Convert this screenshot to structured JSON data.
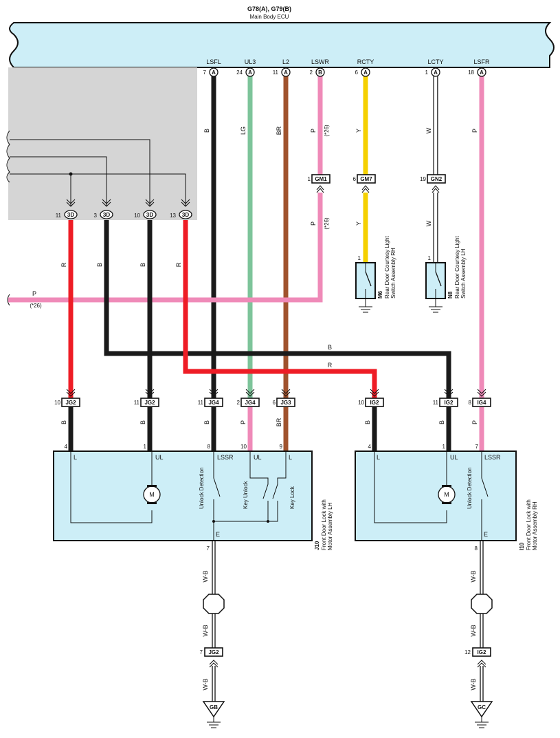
{
  "header": {
    "ecu_connectors": "G78(A), G79(B)",
    "ecu_name": "Main Body ECU"
  },
  "ecu_pins": [
    {
      "num": "7",
      "term": "A",
      "name": "LSFL",
      "color": "B"
    },
    {
      "num": "24",
      "term": "A",
      "name": "UL3",
      "color": "LG"
    },
    {
      "num": "11",
      "term": "A",
      "name": "L2",
      "color": "BR"
    },
    {
      "num": "2",
      "term": "B",
      "name": "LSWR",
      "color": "P",
      "note": "(*26)"
    },
    {
      "num": "6",
      "term": "A",
      "name": "RCTY",
      "color": "Y"
    },
    {
      "num": "1",
      "term": "A",
      "name": "LCTY",
      "color": "W"
    },
    {
      "num": "18",
      "term": "A",
      "name": "LSFR",
      "color": "P"
    }
  ],
  "inline_connectors": {
    "gm1": {
      "num": "1",
      "label": "GM1"
    },
    "gm7": {
      "num": "6",
      "label": "GM7"
    },
    "gn2": {
      "num": "19",
      "label": "GN2"
    }
  },
  "mid_wires": {
    "pink_lower": "P",
    "pink_lower_note": "(*26)",
    "y_lower": "Y",
    "w_lower": "W"
  },
  "switches": {
    "m6": {
      "pin": "1",
      "code": "M6",
      "name_line1": "Rear Door Courtesy Light",
      "name_line2": "Switch Assembly RH"
    },
    "n8": {
      "pin": "1",
      "code": "N8",
      "name_line1": "Rear Door Courtesy Light",
      "name_line2": "Switch Assembly LH"
    }
  },
  "left_block": {
    "pins": [
      {
        "num": "11",
        "label": "3D",
        "color": "R"
      },
      {
        "num": "3",
        "label": "3D",
        "color": "B"
      },
      {
        "num": "10",
        "label": "3D",
        "color": "B"
      },
      {
        "num": "13",
        "label": "3D",
        "color": "R"
      }
    ],
    "pink_wire_color": "P",
    "pink_wire_note": "(*26)"
  },
  "cross_wires": {
    "black": "B",
    "red": "R"
  },
  "door_connectors": [
    {
      "num": "10",
      "label": "JG2",
      "color": "B",
      "pin": "4"
    },
    {
      "num": "11",
      "label": "JG2",
      "color": "B",
      "pin": "1"
    },
    {
      "num": "11",
      "label": "JG4",
      "color": "B",
      "pin": "8"
    },
    {
      "num": "2",
      "label": "JG4",
      "color": "P",
      "pin": "10"
    },
    {
      "num": "6",
      "label": "JG3",
      "color": "BR",
      "pin": "9"
    },
    {
      "num": "10",
      "label": "IG2",
      "color": "B",
      "pin": "4"
    },
    {
      "num": "11",
      "label": "IG2",
      "color": "B",
      "pin": "1"
    },
    {
      "num": "8",
      "label": "IG4",
      "color": "P",
      "pin": "7"
    }
  ],
  "lh_lock": {
    "terms": [
      "L",
      "UL",
      "LSSR",
      "UL",
      "L",
      "E"
    ],
    "motor": "M",
    "sw1": "Unlock Detection",
    "sw2": "Key Unlock",
    "sw3": "Key Lock",
    "code": "J10",
    "name_line1": "Front Door Lock with",
    "name_line2": "Motor Assembly LH",
    "ground_pin": "7"
  },
  "rh_lock": {
    "terms": [
      "L",
      "UL",
      "LSSR",
      "E"
    ],
    "motor": "M",
    "sw1": "Unlock Detection",
    "code": "I10",
    "name_line1": "Front Door Lock with",
    "name_line2": "Motor Assembly RH",
    "ground_pin": "8"
  },
  "ground_lh": {
    "wire": "W-B",
    "conn_num": "7",
    "conn_label": "JG2",
    "ground": "GB"
  },
  "ground_rh": {
    "wire": "W-B",
    "conn_num": "12",
    "conn_label": "IG2",
    "ground": "GC"
  },
  "colors": {
    "black": "#1a1a1a",
    "green": "#7dc49a",
    "brown": "#a0522d",
    "pink": "#ef8ab8",
    "yellow": "#f5d000",
    "red": "#ee1c25",
    "ecu_fill": "#cdeef7",
    "gray_block": "#d5d5d5"
  }
}
